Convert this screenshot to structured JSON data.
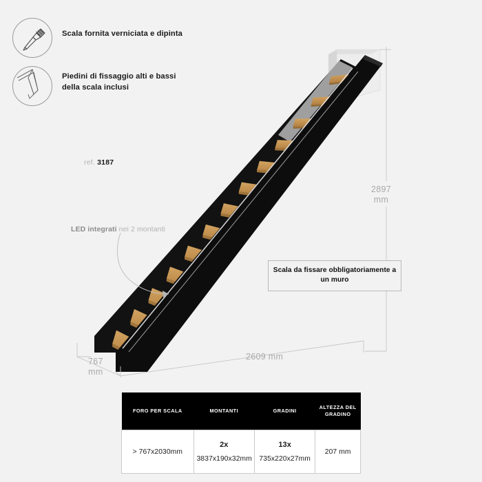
{
  "features": [
    {
      "icon": "paintbrush-icon",
      "text": "Scala fornita verniciata e dipinta"
    },
    {
      "icon": "ladder-foot-icon",
      "text": "Piedini di fissaggio alti e bassi della scala inclusi"
    }
  ],
  "reference": {
    "prefix": "ref.",
    "value": "3187"
  },
  "led_note": {
    "strong": "LED integrati",
    "soft": "nei 2 montanti"
  },
  "wall_note": "Scala da fissare obbligatoriamente a un muro",
  "dimensions": {
    "height": "2897\nmm",
    "height_value": "2897",
    "height_unit": "mm",
    "depth_value": "767",
    "depth_unit": "mm",
    "length": "2609 mm"
  },
  "colors": {
    "background": "#f2f2f2",
    "stringer": "#111111",
    "step_top": "#c79554",
    "step_face": "#9c6e34",
    "wall": "#e3e3e3",
    "dimension_line": "#c3c3c3",
    "table_header_bg": "#000000"
  },
  "illustration": {
    "step_count": 13,
    "stringer_count": 2,
    "alt": "Scala a gradini con montanti neri e gradini in legno fissata a un muro"
  },
  "table": {
    "headers": [
      "FORO PER SCALA",
      "MONTANTI",
      "GRADINI",
      "ALTEZZA DEL GRADINO"
    ],
    "row": [
      {
        "count": "",
        "value": "> 767x2030mm"
      },
      {
        "count": "2x",
        "value": "3837x190x32mm"
      },
      {
        "count": "13x",
        "value": "735x220x27mm"
      },
      {
        "count": "",
        "value": "207 mm"
      }
    ]
  }
}
